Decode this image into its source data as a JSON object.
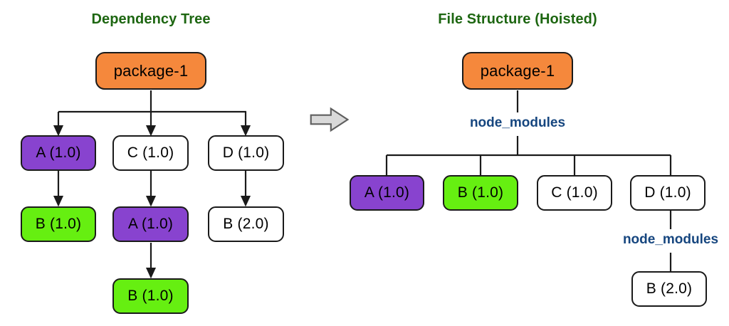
{
  "diagram": {
    "type": "dependency-hoisting-comparison",
    "background": "#ffffff",
    "colors": {
      "title": "#1d6611",
      "folder_label": "#16467f",
      "root_node": "#f5883c",
      "package_a": "#8843cf",
      "package_b": "#66ef11",
      "plain_node": "#ffffff",
      "node_border": "#1a1a1a",
      "edge": "#1a1a1a",
      "transition_arrow_fill": "#d9d9d9",
      "transition_arrow_stroke": "#666666"
    }
  },
  "left_panel": {
    "title": "Dependency Tree",
    "root": {
      "label": "package-1",
      "color": "root"
    },
    "nodes": [
      {
        "id": "l-a1",
        "label": "A (1.0)",
        "color": "purple"
      },
      {
        "id": "l-c1",
        "label": "C (1.0)",
        "color": "white"
      },
      {
        "id": "l-d1",
        "label": "D (1.0)",
        "color": "white"
      },
      {
        "id": "l-b1a",
        "label": "B (1.0)",
        "color": "green"
      },
      {
        "id": "l-a1b",
        "label": "A (1.0)",
        "color": "purple"
      },
      {
        "id": "l-b2",
        "label": "B (2.0)",
        "color": "white"
      },
      {
        "id": "l-b1c",
        "label": "B (1.0)",
        "color": "green"
      }
    ]
  },
  "transition": {
    "icon": "right-block-arrow"
  },
  "right_panel": {
    "title": "File Structure (Hoisted)",
    "root": {
      "label": "package-1",
      "color": "root"
    },
    "folders": [
      {
        "id": "r-nm-top",
        "label": "node_modules"
      },
      {
        "id": "r-nm-nest",
        "label": "node_modules"
      }
    ],
    "nodes": [
      {
        "id": "r-a1",
        "label": "A (1.0)",
        "color": "purple"
      },
      {
        "id": "r-b1",
        "label": "B (1.0)",
        "color": "green"
      },
      {
        "id": "r-c1",
        "label": "C (1.0)",
        "color": "white"
      },
      {
        "id": "r-d1",
        "label": "D (1.0)",
        "color": "white"
      },
      {
        "id": "r-b2",
        "label": "B (2.0)",
        "color": "white"
      }
    ]
  }
}
